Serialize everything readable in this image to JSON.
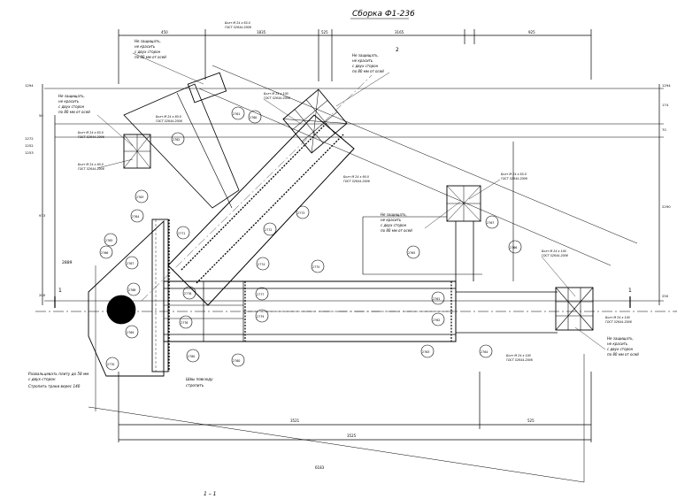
{
  "title": "Сборка Ф1-236",
  "section_label": "1 – 1",
  "dims_top": [
    "450",
    "1835",
    "525",
    "3165",
    "925"
  ],
  "dims_bottom": {
    "span_a": "3521",
    "span_b": "525",
    "total_a": "3525",
    "total_b": "6183"
  },
  "dims_left": [
    "1294",
    "50",
    "1272",
    "1252",
    "1253",
    "973",
    "200"
  ],
  "dims_right": [
    "1294",
    "174",
    "70",
    "2290",
    "250"
  ],
  "welding_note_lines": [
    "Не защищать,",
    "не красить",
    "с двух сторон",
    "по 80 мм от осей"
  ],
  "bolt_labels": [
    [
      "Болт М 24 х 65.0",
      "ГОСТ 52644-2006"
    ],
    [
      "Болт М 24 х 80.0",
      "ГОСТ 52644-2006"
    ],
    [
      "Болт М 24 х 90.0",
      "ГОСТ 52644-2006"
    ],
    [
      "Болт М 24 х 100",
      "ГОСТ 52644-2006"
    ]
  ],
  "callouts": [
    "2760",
    "2761",
    "2762",
    "2763",
    "2764",
    "2765",
    "2766",
    "2767",
    "2768",
    "2769",
    "2770",
    "2771",
    "2772",
    "2773",
    "2774",
    "2775",
    "2776",
    "2777",
    "2778",
    "2779",
    "2780"
  ],
  "mark_label": "2",
  "left_notes": [
    "Развальцевать плиту до 58 мм",
    "с двух сторон",
    "Стропить траки верес 140"
  ],
  "seam_note": [
    "Швы повсюду",
    "стропить"
  ],
  "detail_mark": "2889",
  "section_marks": [
    "1",
    "1"
  ]
}
